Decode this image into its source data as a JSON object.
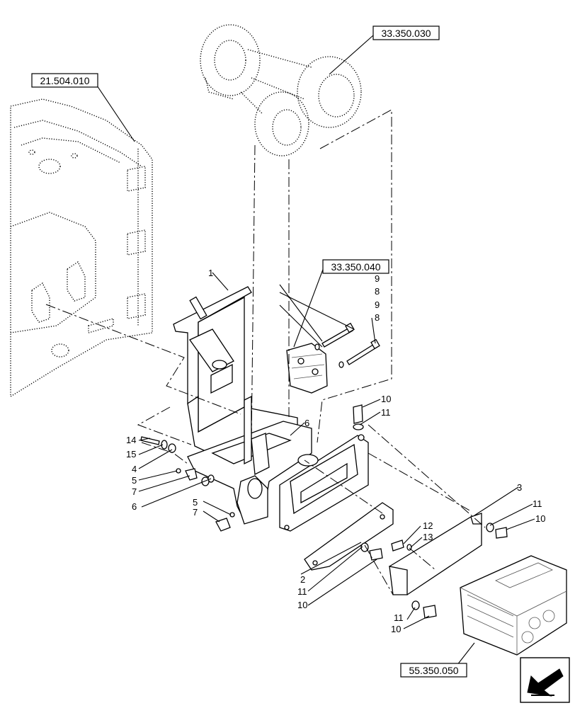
{
  "references": {
    "gearbox": "21.504.010",
    "axle": "33.350.030",
    "valve": "33.350.040",
    "ecu": "55.350.050"
  },
  "callouts": {
    "c1": "1",
    "c2": "2",
    "c3": "3",
    "c4": "4",
    "c5a": "5",
    "c5b": "5",
    "c6a": "6",
    "c6b": "6",
    "c7a": "7",
    "c7b": "7",
    "c8a": "8",
    "c8b": "8",
    "c9a": "9",
    "c9b": "9",
    "c10a": "10",
    "c10b": "10",
    "c10c": "10",
    "c10d": "10",
    "c11a": "11",
    "c11b": "11",
    "c11c": "11",
    "c11d": "11",
    "c12": "12",
    "c13": "13",
    "c14": "14",
    "c15": "15"
  },
  "icons": {
    "nav": "arrow-left-down-icon"
  }
}
